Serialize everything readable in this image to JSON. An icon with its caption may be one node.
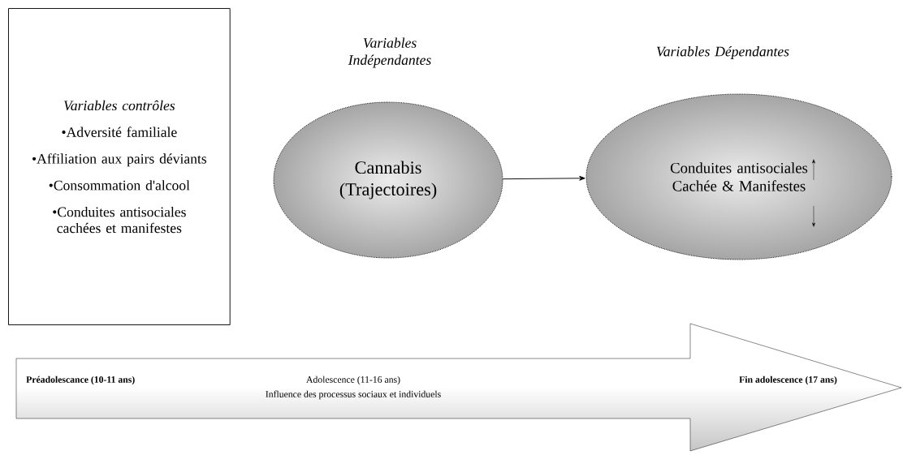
{
  "diagram": {
    "nodes": [
      {
        "text": [
          "Variables contrôles",
          "•Adversité familiale",
          "•Affiliation aux pairs déviants",
          "•Consommation d'alcool",
          "•Conduites antisociales cachées et manifestes"
        ]
      },
      {
        "text": [
          "Variables Indépendantes",
          "Cannabis (Trajectoires)"
        ]
      },
      {
        "text": [
          "Variables Dépendantes",
          "Conduites antisociales Cachée & Manifestes"
        ]
      },
      {
        "text": [
          "Préadolescance (10-11 ans)",
          "Adolescence (11-16 ans)",
          "Influence des processus sociaux et individuels",
          "Fin adolescence (17 ans)"
        ]
      }
    ],
    "edges": [
      {
        "from": 1,
        "to": 2,
        "arrow": "to"
      }
    ]
  }
}
